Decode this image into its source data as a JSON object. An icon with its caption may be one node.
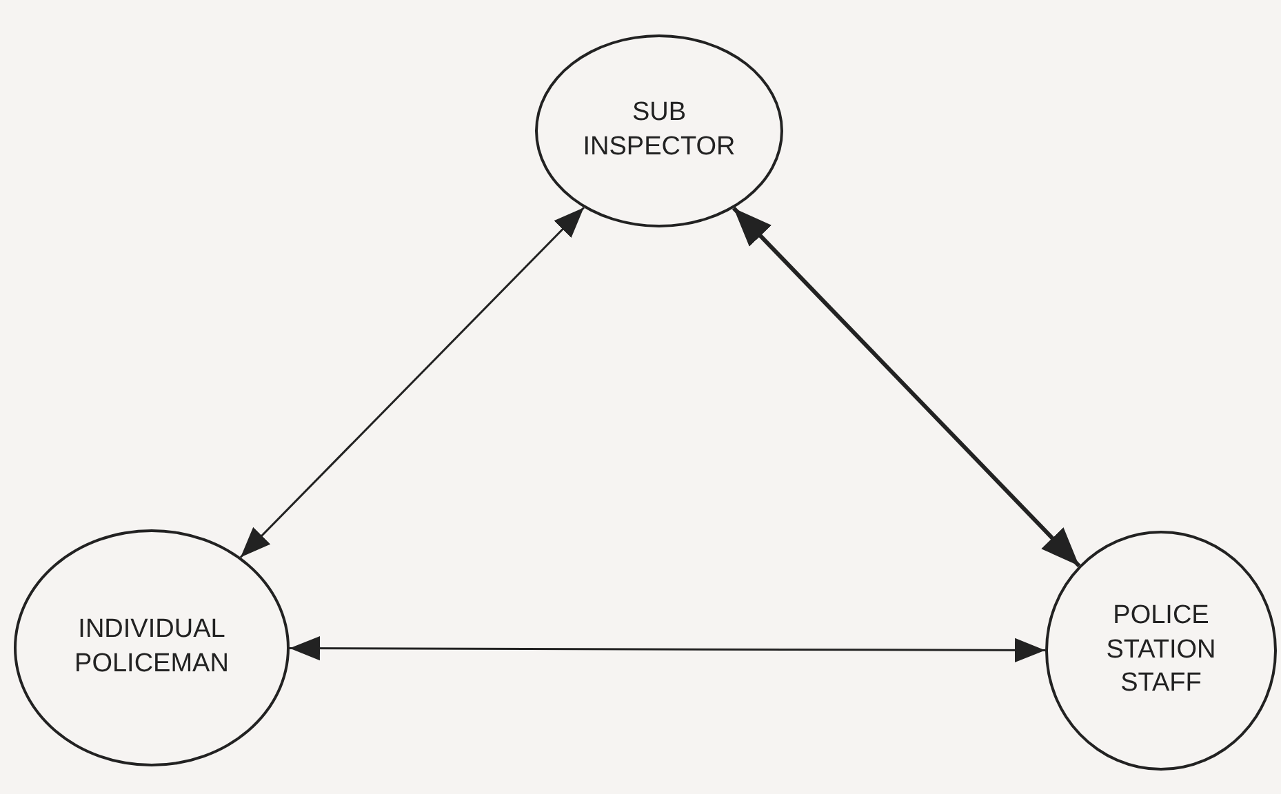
{
  "diagram": {
    "nodes": [
      {
        "text": [
          "SUB INSPECTOR"
        ]
      },
      {
        "text": [
          "INDIVIDUAL POLICEMAN"
        ]
      },
      {
        "text": [
          "POLICE STATION STAFF"
        ]
      }
    ],
    "edges": [
      {
        "from": 0,
        "to": 1,
        "arrow": "both"
      },
      {
        "from": 0,
        "to": 2,
        "arrow": "both",
        "style": "thick"
      },
      {
        "from": 1,
        "to": 2,
        "arrow": "both"
      }
    ]
  }
}
